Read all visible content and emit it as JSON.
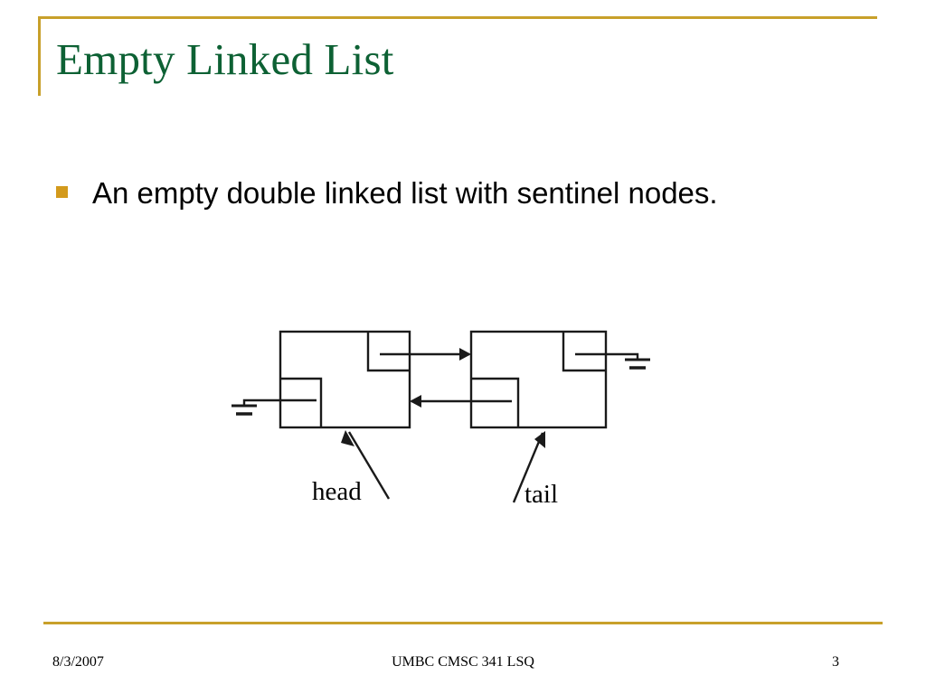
{
  "slide": {
    "title": "Empty Linked List",
    "accent_color": "#c8a02a",
    "title_color": "#0d6134",
    "bullet_color": "#d39a1c",
    "background": "#ffffff"
  },
  "body": {
    "bullets": [
      {
        "text": "An empty double linked list with sentinel nodes.",
        "marker": "square-bullet"
      }
    ]
  },
  "diagram": {
    "type": "doubly-linked-list",
    "description": "Two sentinel node boxes connected by next and prev pointer arrows; outer pointers terminate in ground (null) symbols.",
    "nodes": [
      {
        "id": "head",
        "label": "head",
        "role": "head-sentinel"
      },
      {
        "id": "tail",
        "label": "tail",
        "role": "tail-sentinel"
      }
    ],
    "pointers": [
      {
        "from": "head",
        "to": "tail",
        "kind": "next",
        "direction": "right"
      },
      {
        "from": "tail",
        "to": "head",
        "kind": "prev",
        "direction": "left"
      },
      {
        "from": "head",
        "to": "null",
        "kind": "prev",
        "terminator": "ground"
      },
      {
        "from": "tail",
        "to": "null",
        "kind": "next",
        "terminator": "ground"
      }
    ],
    "labels": {
      "head": "head",
      "tail": "tail"
    },
    "stroke_color": "#1a1a1a"
  },
  "footer": {
    "date": "8/3/2007",
    "center": "UMBC CMSC 341 LSQ",
    "page": "3"
  }
}
